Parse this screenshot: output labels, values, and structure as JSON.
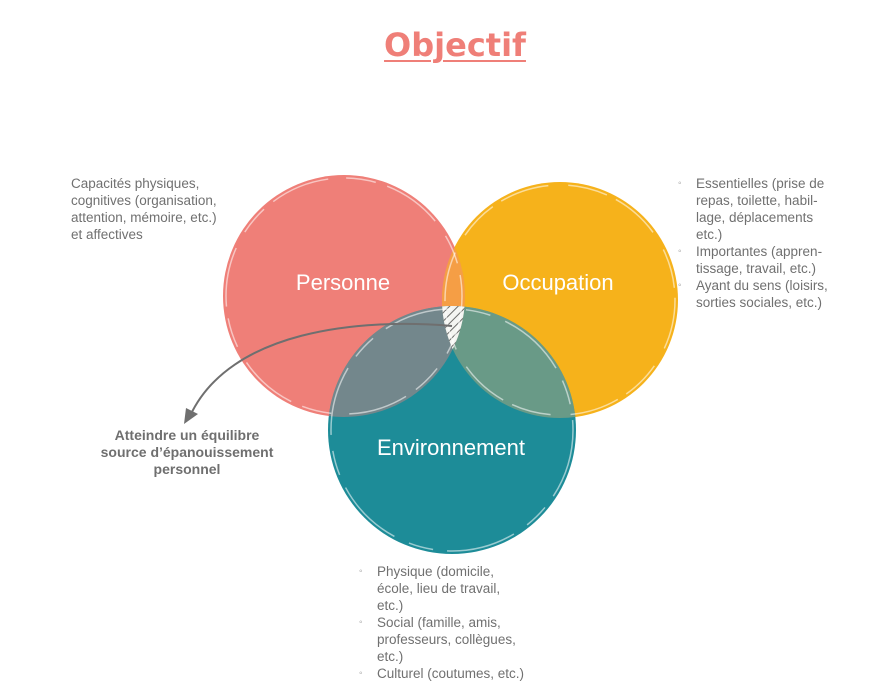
{
  "title": "Objectif",
  "circles": {
    "personne": {
      "label": "Personne",
      "color": "#ef7f78"
    },
    "occupation": {
      "label": "Occupation",
      "color": "#f6b21b"
    },
    "environnement": {
      "label": "Environnement",
      "color": "#1d8c98"
    }
  },
  "notes": {
    "personne": [
      "Capacités physiques,",
      "cognitives (organisation,",
      "attention, mémoire, etc.)",
      "et affectives"
    ],
    "occupation": [
      [
        "Essentielles (prise de",
        "repas, toilette, habil-",
        "lage, déplacements",
        "etc.)"
      ],
      [
        "Importantes (appren-",
        "tissage, travail, etc.)"
      ],
      [
        "Ayant du sens (loisirs,",
        "sorties sociales, etc.)"
      ]
    ],
    "environnement": [
      [
        "Physique (domicile,",
        "école, lieu de travail,",
        "etc.)"
      ],
      [
        "Social (famille, amis,",
        "professeurs, collègues,",
        "etc.)"
      ],
      [
        "Culturel (coutumes, etc.)"
      ]
    ]
  },
  "goal": [
    "Atteindre un équilibre",
    "source d’épanouissement",
    "personnel"
  ],
  "icons": {
    "goal_arrow": "curved-arrow-icon",
    "bullet": "hollow-bullet-icon"
  }
}
